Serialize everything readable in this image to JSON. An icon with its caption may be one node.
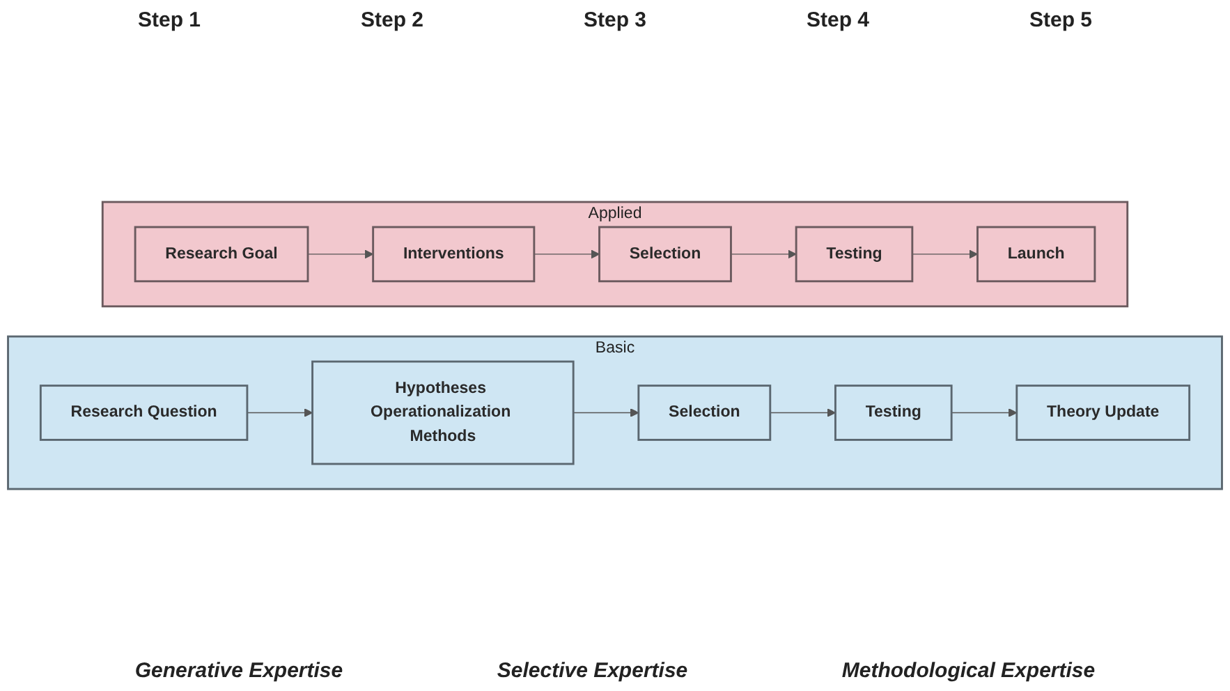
{
  "diagram": {
    "nodes": [
      {
        "text": [
          "Basic"
        ]
      },
      {
        "text": [
          "Research Question"
        ],
        "in": 0
      },
      {
        "text": [
          "Hypotheses Operationalization Methods"
        ],
        "in": 0
      },
      {
        "text": [
          "Selection"
        ],
        "in": 0
      },
      {
        "text": [
          "Testing"
        ],
        "in": 0
      },
      {
        "text": [
          "Theory Update"
        ],
        "in": 0
      },
      {
        "text": [
          "Applied"
        ]
      },
      {
        "text": [
          "Research Goal"
        ],
        "in": 6
      },
      {
        "text": [
          "Interventions"
        ],
        "in": 6
      },
      {
        "text": [
          "Selection"
        ],
        "in": 6
      },
      {
        "text": [
          "Testing"
        ],
        "in": 6
      },
      {
        "text": [
          "Launch"
        ],
        "in": 6
      }
    ],
    "edges": [
      {
        "from": 1,
        "to": 2,
        "arrow": "to"
      },
      {
        "from": 2,
        "to": 3,
        "arrow": "to"
      },
      {
        "from": 3,
        "to": 4,
        "arrow": "to"
      },
      {
        "from": 4,
        "to": 5,
        "arrow": "to"
      },
      {
        "from": 7,
        "to": 8,
        "arrow": "to"
      },
      {
        "from": 8,
        "to": 9,
        "arrow": "to"
      },
      {
        "from": 9,
        "to": 10,
        "arrow": "to"
      },
      {
        "from": 10,
        "to": 11,
        "arrow": "to"
      }
    ],
    "labels": [
      "Step 1",
      "Step 2",
      "Step 3",
      "Step 4",
      "Step 5",
      "Generative Expertise",
      "Selective Expertise",
      "Methodological Expertise"
    ]
  }
}
